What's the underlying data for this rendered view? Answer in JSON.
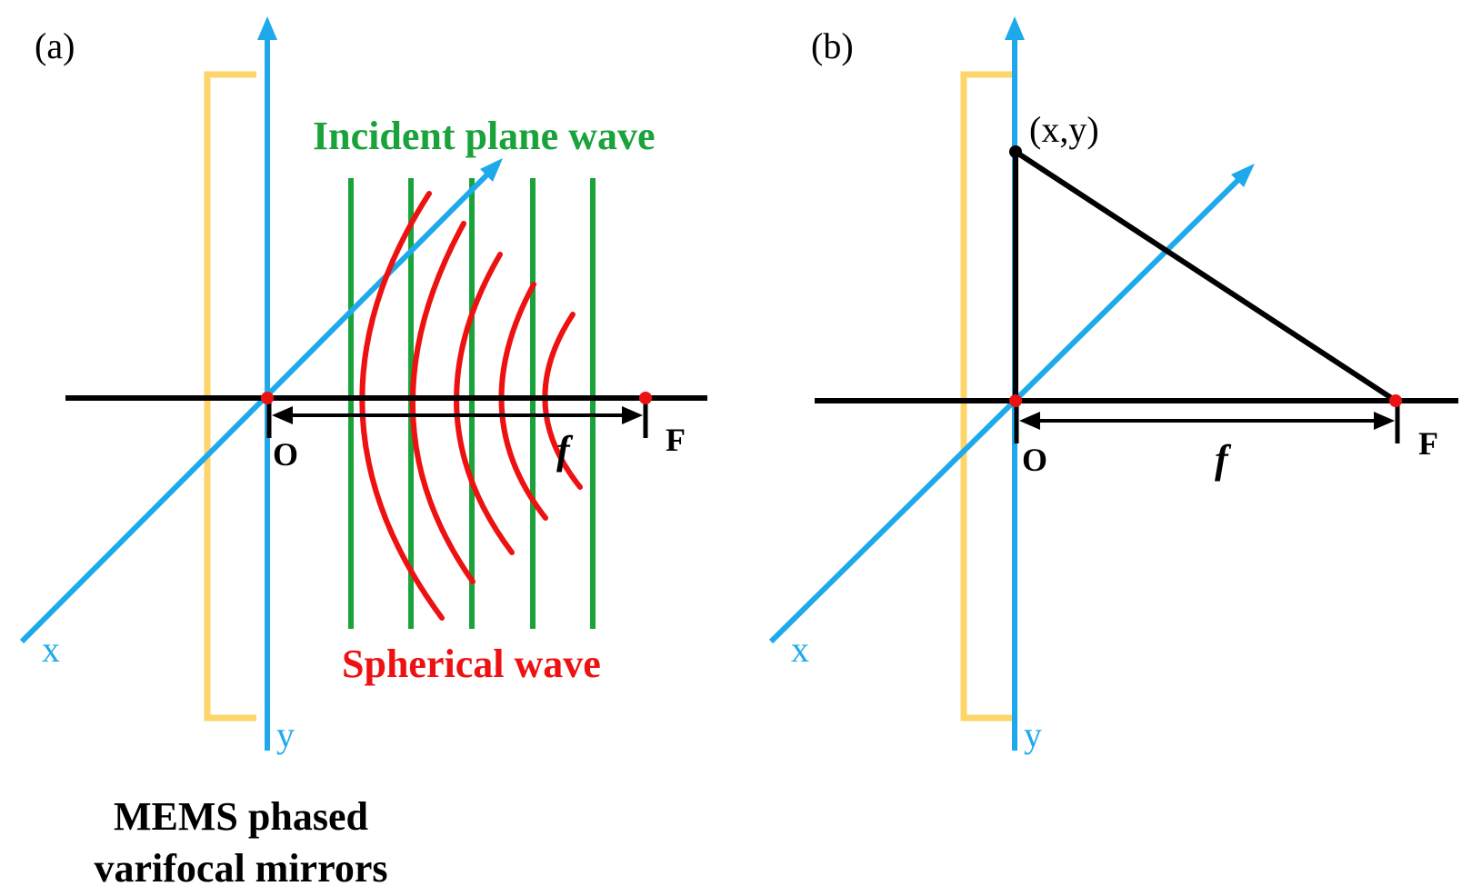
{
  "panel_a": {
    "label": "(a)",
    "title_incident": "Incident plane wave",
    "title_spherical": "Spherical wave",
    "origin_label": "O",
    "focus_label": "F",
    "focal_label": "f",
    "x_label": "x",
    "y_label": "y",
    "caption_line1": "MEMS phased",
    "caption_line2": "varifocal mirrors"
  },
  "panel_b": {
    "label": "(b)",
    "point_label": "(x,y)",
    "origin_label": "O",
    "focus_label": "F",
    "focal_label": "f",
    "x_label": "x",
    "y_label": "y"
  },
  "colors": {
    "axis_blue": "#1eaaea",
    "mirror_yellow": "#fdd56a",
    "plane_wave_green": "#1aa33a",
    "spherical_red": "#ee1111",
    "point_red": "#ee1111",
    "line_black": "#000000"
  },
  "icons": {
    "arrowhead": "arrowhead-icon"
  }
}
